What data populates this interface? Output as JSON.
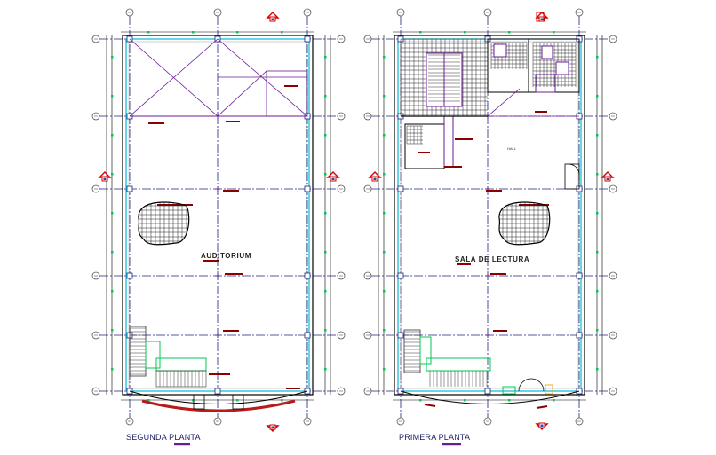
{
  "colors": {
    "background": "#ffffff",
    "grid_line": "#1a237e",
    "axis": "#555555",
    "wall_outer": "#000000",
    "wall_inner": "#00bcd4",
    "structure": "#6a1b9a",
    "dimension": "#00c853",
    "annotation": "#8b0000",
    "marker": "#d50000",
    "hatch": "#222222",
    "stairs": "#333333"
  },
  "plans": [
    {
      "id": "segunda",
      "title": "SEGUNDA PLANTA",
      "room_label": "AUDITORIUM",
      "hall_label": ""
    },
    {
      "id": "primera",
      "title": "PRIMERA PLANTA",
      "room_label": "SALA DE LECTURA",
      "hall_label": "HALL"
    }
  ],
  "icons": {
    "section_marker": "section-cut-marker-icon",
    "axis_bubble": "axis-bubble-icon",
    "door": "door-swing-icon"
  }
}
